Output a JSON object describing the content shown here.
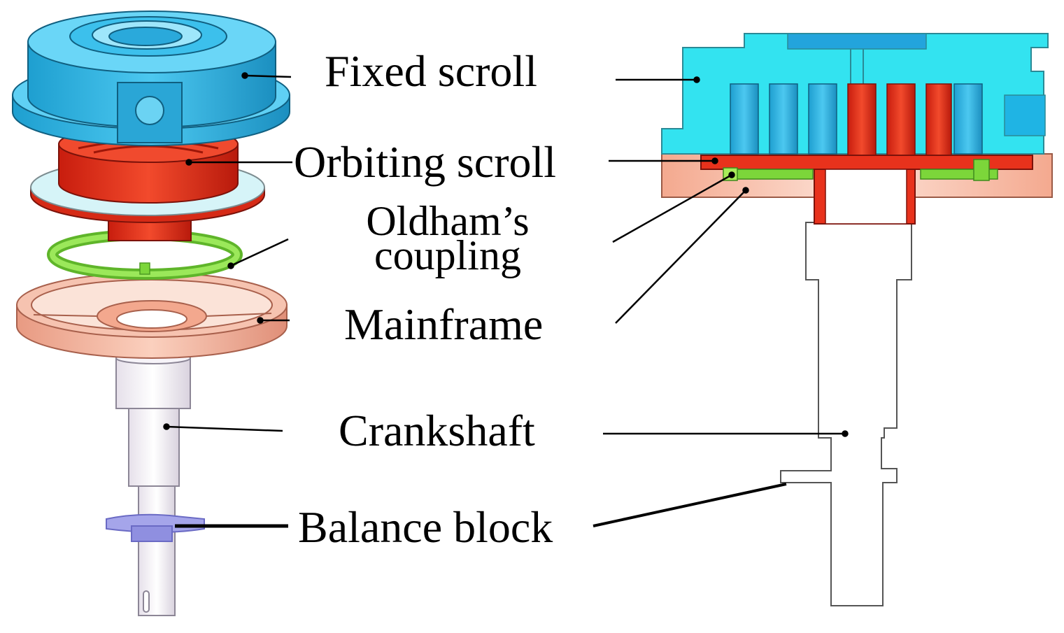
{
  "labels": {
    "fixed_scroll": "Fixed scroll",
    "orbiting_scroll": "Orbiting scroll",
    "oldham_line1": "Oldham’s",
    "oldham_line2": "coupling",
    "mainframe": "Mainframe",
    "crankshaft": "Crankshaft",
    "balance_block": "Balance block"
  },
  "colors": {
    "fixed_scroll": "#2bb7e6",
    "fixed_scroll_section": "#33e3f0",
    "orbiting_scroll": "#e8321c",
    "oldham_coupling": "#7cd63a",
    "mainframe": "#f3b39a",
    "crankshaft": "#f4f0f6",
    "balance_block": "#9b9be4"
  }
}
